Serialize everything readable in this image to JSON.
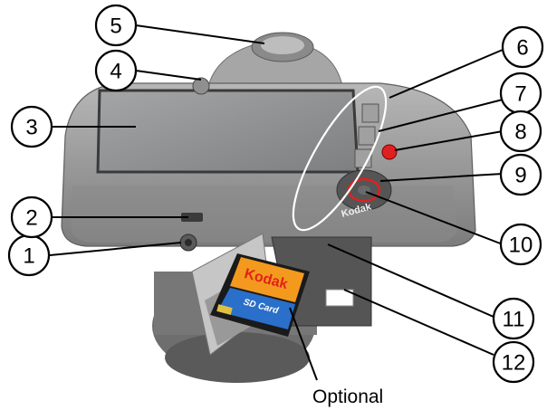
{
  "diagram": {
    "callouts": [
      {
        "id": "1",
        "label": "1"
      },
      {
        "id": "2",
        "label": "2"
      },
      {
        "id": "3",
        "label": "3"
      },
      {
        "id": "4",
        "label": "4"
      },
      {
        "id": "5",
        "label": "5"
      },
      {
        "id": "6",
        "label": "6"
      },
      {
        "id": "7",
        "label": "7"
      },
      {
        "id": "8",
        "label": "8"
      },
      {
        "id": "9",
        "label": "9"
      },
      {
        "id": "10",
        "label": "10"
      },
      {
        "id": "11",
        "label": "11"
      },
      {
        "id": "12",
        "label": "12"
      }
    ],
    "optional_label": "Optional",
    "card": {
      "brand": "Kodak",
      "type": "SD Card"
    },
    "camera_brand": "Kodak",
    "colors": {
      "camera_body": "#9a9a9a",
      "screen": "#888a8c",
      "card_orange": "#f39a1e",
      "card_blue": "#2a6fc9",
      "red_button": "#e02020"
    }
  }
}
